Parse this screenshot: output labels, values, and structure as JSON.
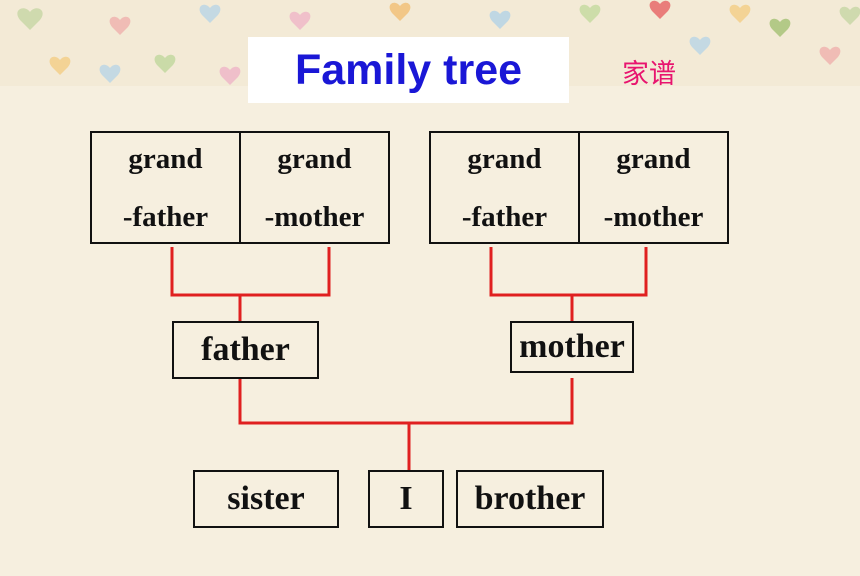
{
  "title": "Family tree",
  "subtitle": "家谱",
  "paternal": {
    "grandfather": [
      "grand",
      "-father"
    ],
    "grandmother": [
      "grand",
      "-mother"
    ]
  },
  "maternal": {
    "grandfather": [
      "grand",
      "-father"
    ],
    "grandmother": [
      "grand",
      "-mother"
    ]
  },
  "parents": {
    "father": "father",
    "mother": "mother"
  },
  "children": {
    "sister": "sister",
    "me": "I",
    "brother": "brother"
  },
  "colors": {
    "title": "#1a17d6",
    "subtitle": "#e8146f",
    "connector": "#e02020"
  }
}
